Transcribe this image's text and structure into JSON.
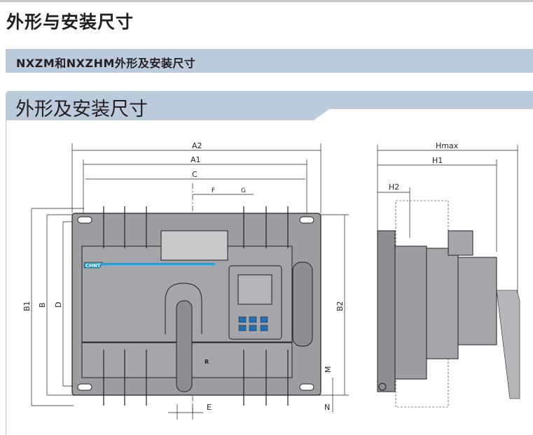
{
  "page_title": "外形与安装尺寸",
  "subsection_band": "NXZM和NXZHM外形及安装尺寸",
  "section_heading": "外形及安装尺寸",
  "front_view": {
    "dimensions": {
      "A2": "A2",
      "A1": "A1",
      "C": "C",
      "F": "F",
      "G": "G",
      "B1": "B1",
      "B": "B",
      "D": "D",
      "B2": "B2",
      "M": "M",
      "N": "N",
      "E": "E"
    },
    "brand_logo": "CHNT",
    "label_R": "R"
  },
  "side_view": {
    "dimensions": {
      "Hmax": "Hmax",
      "H1": "H1",
      "H2": "H2"
    }
  },
  "colors": {
    "band": "#bccbdc",
    "body": "#9c9ea1",
    "button": "#1f6fb8",
    "accent": "#2b9bd0"
  }
}
